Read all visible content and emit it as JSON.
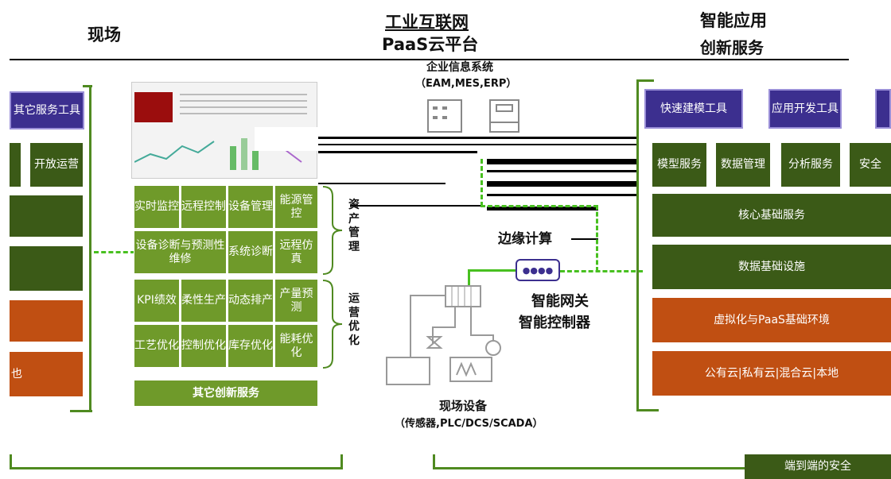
{
  "headers": {
    "left": "现场",
    "center_line1": "工业互联网",
    "center_line2": "PaaS云平台",
    "right_line1": "智能应用",
    "right_line2": "创新服务"
  },
  "enterprise": {
    "line1": "企业信息系统",
    "line2": "（EAM,MES,ERP）"
  },
  "left_panel": {
    "purple": "其它服务工具",
    "open_ops": "开放运营",
    "bottom_partial": "也"
  },
  "app_grid": {
    "row1": [
      "实时监控",
      "远程控制",
      "设备管理",
      "能源管控"
    ],
    "row2": [
      "设备诊断与预测性维修",
      "系统诊断",
      "远程仿真"
    ],
    "row3": [
      "KPI绩效",
      "柔性生产",
      "动态排产",
      "产量预测"
    ],
    "row4": [
      "工艺优化",
      "控制优化",
      "库存优化",
      "能耗优化"
    ],
    "bottom": "其它创新服务",
    "bracket1": "资产管理",
    "bracket2": "运营优化"
  },
  "edge": {
    "title": "边缘计算",
    "gateway_line1": "智能网关",
    "gateway_line2": "智能控制器",
    "device_line1": "现场设备",
    "device_line2": "（传感器,PLC/DCS/SCADA）"
  },
  "right_panel": {
    "tools": [
      "快速建模工具",
      "应用开发工具"
    ],
    "services": [
      "模型服务",
      "数据管理",
      "分析服务",
      "安全"
    ],
    "layers": [
      "核心基础服务",
      "数据基础设施",
      "虚拟化与PaaS基础环境",
      "公有云|私有云|混合云|本地"
    ]
  },
  "footer": {
    "security": "端到端的安全"
  },
  "colors": {
    "dark_green": "#3b5a17",
    "mid_green": "#6f9a2a",
    "orange": "#c04f12",
    "purple": "#3c2f8f",
    "dash_green": "#48c020"
  }
}
